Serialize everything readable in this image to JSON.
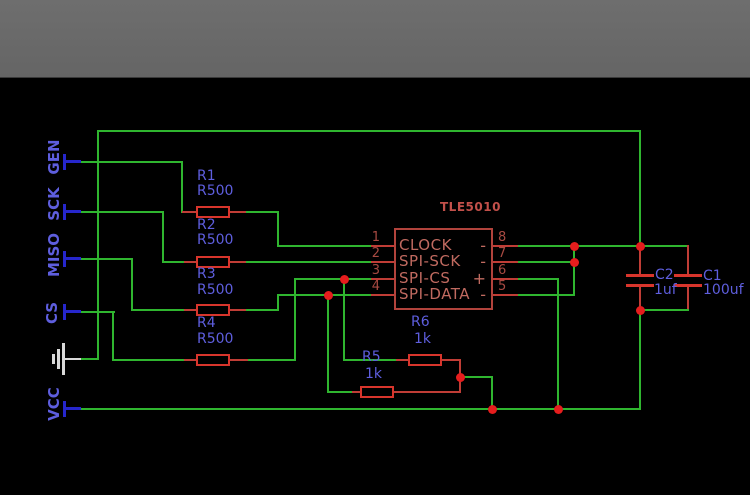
{
  "schematic": {
    "ic": {
      "title": "TLE5010",
      "rows": [
        {
          "left_pin": "1",
          "label": "CLOCK",
          "polarity": "-",
          "right_pin": "8"
        },
        {
          "left_pin": "2",
          "label": "SPI-SCK",
          "polarity": "-",
          "right_pin": "7"
        },
        {
          "left_pin": "3",
          "label": "SPI-CS",
          "polarity": "+",
          "right_pin": "6"
        },
        {
          "left_pin": "4",
          "label": "SPI-DATA",
          "polarity": "-",
          "right_pin": "5"
        }
      ]
    },
    "ports": [
      {
        "name": "GEN"
      },
      {
        "name": "SCK"
      },
      {
        "name": "MISO"
      },
      {
        "name": "CS"
      },
      {
        "name": "VCC"
      }
    ],
    "resistors": [
      {
        "ref": "R1",
        "value": "R500"
      },
      {
        "ref": "R2",
        "value": "R500"
      },
      {
        "ref": "R3",
        "value": "R500"
      },
      {
        "ref": "R4",
        "value": "R500"
      },
      {
        "ref": "R5",
        "value": "1k"
      },
      {
        "ref": "R6",
        "value": "1k"
      }
    ],
    "capacitors": [
      {
        "ref": "C2",
        "value": "1uf"
      },
      {
        "ref": "C1",
        "value": "100uf"
      }
    ],
    "colors": {
      "wire": "#2fb52f",
      "component": "#d8352c",
      "ic_outline": "#b2433c",
      "ic_text": "#c06a60",
      "pin_number": "#a84a42",
      "label": "#5e5ede",
      "junction_dot": "#e61d1d",
      "ground": "#d9d9d9",
      "terminal": "#2626cc",
      "background": "#000000",
      "top_bar": "#696969"
    }
  }
}
